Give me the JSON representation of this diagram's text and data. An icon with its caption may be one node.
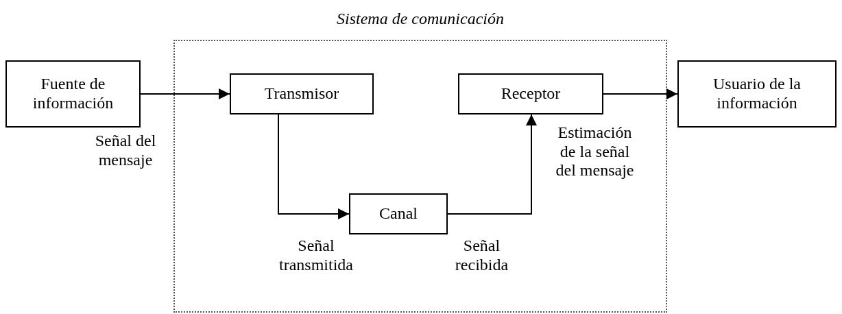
{
  "diagram": {
    "nodes": [
      {
        "text": [
          "Sistema de comunicación"
        ]
      },
      {
        "text": [
          "Fuente de información"
        ]
      },
      {
        "text": [
          "Transmisor"
        ],
        "in": 0
      },
      {
        "text": [
          "Canal"
        ],
        "in": 0
      },
      {
        "text": [
          "Receptor"
        ],
        "in": 0
      },
      {
        "text": [
          "Usuario de la información"
        ]
      }
    ],
    "edges": [
      {
        "from": 1,
        "to": 2,
        "arrow": "to"
      },
      {
        "from": 2,
        "to": 3,
        "arrow": "to"
      },
      {
        "from": 3,
        "to": 4,
        "arrow": "to"
      },
      {
        "from": 4,
        "to": 5,
        "arrow": "to"
      }
    ],
    "labels": [
      "Señal del mensaje",
      "Estimación de la señal del mensaje",
      "Señal transmitida",
      "Señal recibida"
    ]
  }
}
